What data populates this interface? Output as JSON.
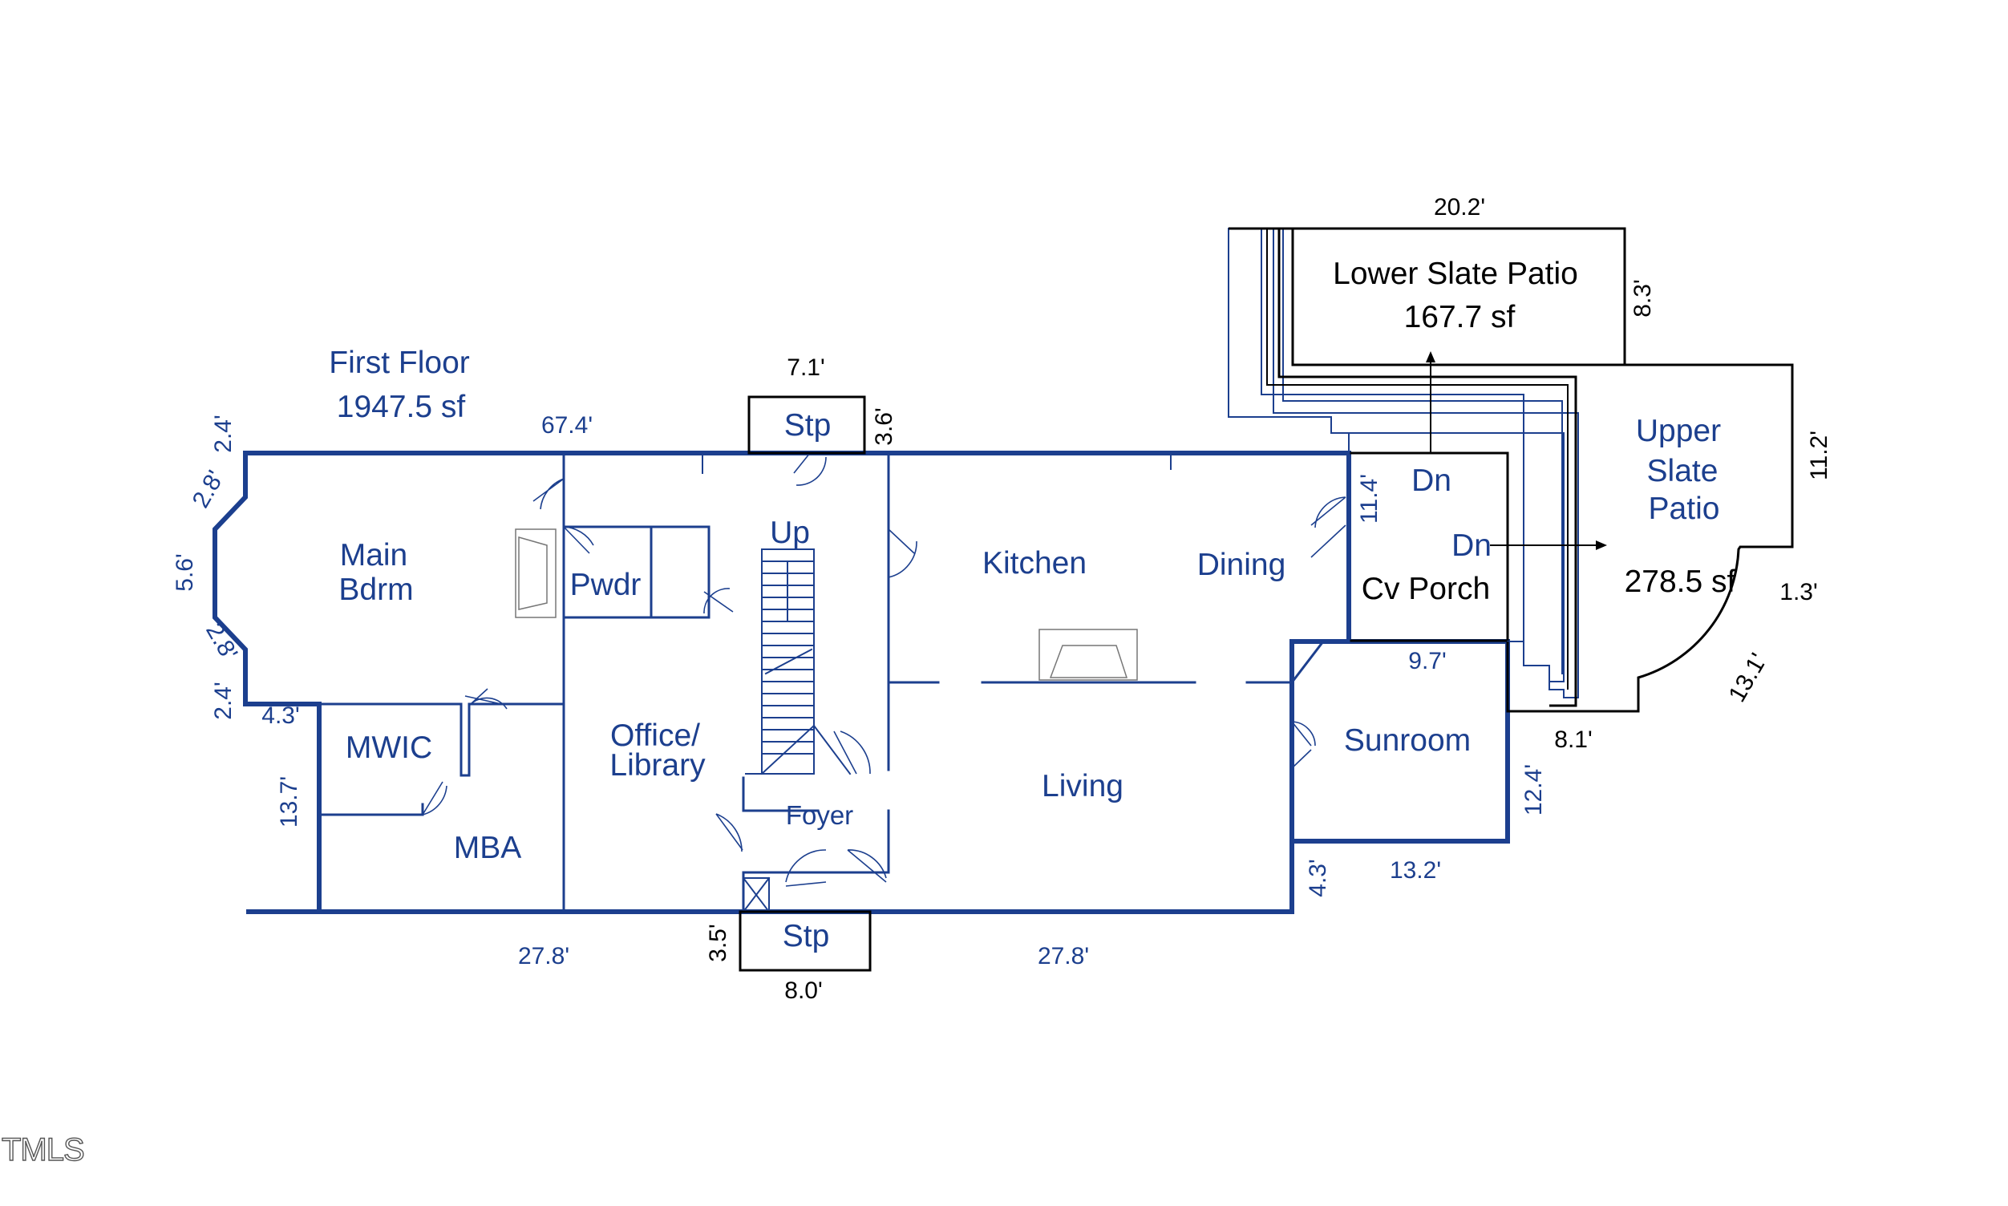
{
  "floor": {
    "name": "First Floor",
    "area": "1947.5 sf"
  },
  "rooms": {
    "main_bdrm": [
      "Main",
      "Bdrm"
    ],
    "mwic": "MWIC",
    "mba": "MBA",
    "pwdr": "Pwdr",
    "up": "Up",
    "office_library": [
      "Office/",
      "Library"
    ],
    "foyer": "Foyer",
    "kitchen": "Kitchen",
    "dining": "Dining",
    "living": "Living",
    "sunroom": "Sunroom",
    "stp_top": "Stp",
    "stp_bottom": "Stp",
    "cv_porch": "Cv Porch",
    "dn_porch": "Dn",
    "dn_patio": "Dn",
    "lower_patio": {
      "name": "Lower Slate Patio",
      "area": "167.7 sf"
    },
    "upper_patio": {
      "name": [
        "Upper",
        "Slate",
        "Patio"
      ],
      "area": "278.5 sf"
    }
  },
  "dimensions": {
    "top_wall": "67.4'",
    "stp_top_width": "7.1'",
    "stp_top_depth": "3.6'",
    "bay_top": "2.4'",
    "bay_angle_top": "2.8'",
    "bay_face": "5.6'",
    "bay_angle_bottom": "2.8'",
    "bay_bottom": "2.4'",
    "notch": "4.3'",
    "mwic_side": "13.7'",
    "bottom_left": "27.8'",
    "bottom_right": "27.8'",
    "stp_bottom_depth": "3.5'",
    "stp_bottom_width": "8.0'",
    "lower_patio_width": "20.2'",
    "lower_patio_depth": "8.3'",
    "upper_patio_side": "11.2'",
    "upper_patio_arc_small": "1.3'",
    "upper_patio_arc": "13.1'",
    "upper_patio_bottom": "8.1'",
    "porch_side": "11.4'",
    "porch_bottom": "9.7'",
    "sunroom_side": "12.4'",
    "sunroom_bottom": "13.2'",
    "sunroom_notch": "4.3'"
  },
  "watermark": "TMLS",
  "colors": {
    "wall": "#1c3f8e",
    "outline": "#000000",
    "background": "#ffffff"
  }
}
